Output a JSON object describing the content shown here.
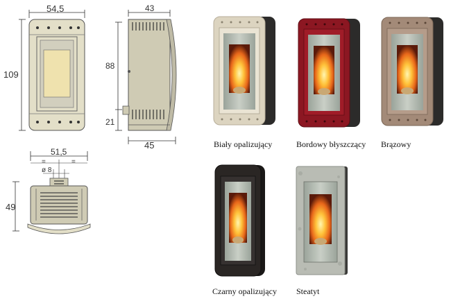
{
  "dimensions": {
    "front_width": "54,5",
    "front_height": "109",
    "side_depth_top": "43",
    "side_height": "88",
    "side_bottom_height": "21",
    "side_depth_bottom": "45",
    "top_width": "51,5",
    "top_equal_left": "=",
    "top_equal_right": "=",
    "top_flue_diameter": "ø 8",
    "top_height": "49"
  },
  "colors": {
    "stove_body": "#e3dfc8",
    "stove_window": "#efe2ae",
    "biały_opalizujący": "#dcd4c0",
    "bordowy_błyszczący": "#8c1722",
    "brązowy": "#a38a78",
    "czarny_opalizujący": "#2a2624",
    "steatyt": "#b9bcb4"
  },
  "variants": [
    {
      "label": "Biały opalizujący"
    },
    {
      "label": "Bordowy błyszczący"
    },
    {
      "label": "Brązowy"
    },
    {
      "label": "Czarny opalizujący"
    },
    {
      "label": "Steatyt"
    }
  ]
}
